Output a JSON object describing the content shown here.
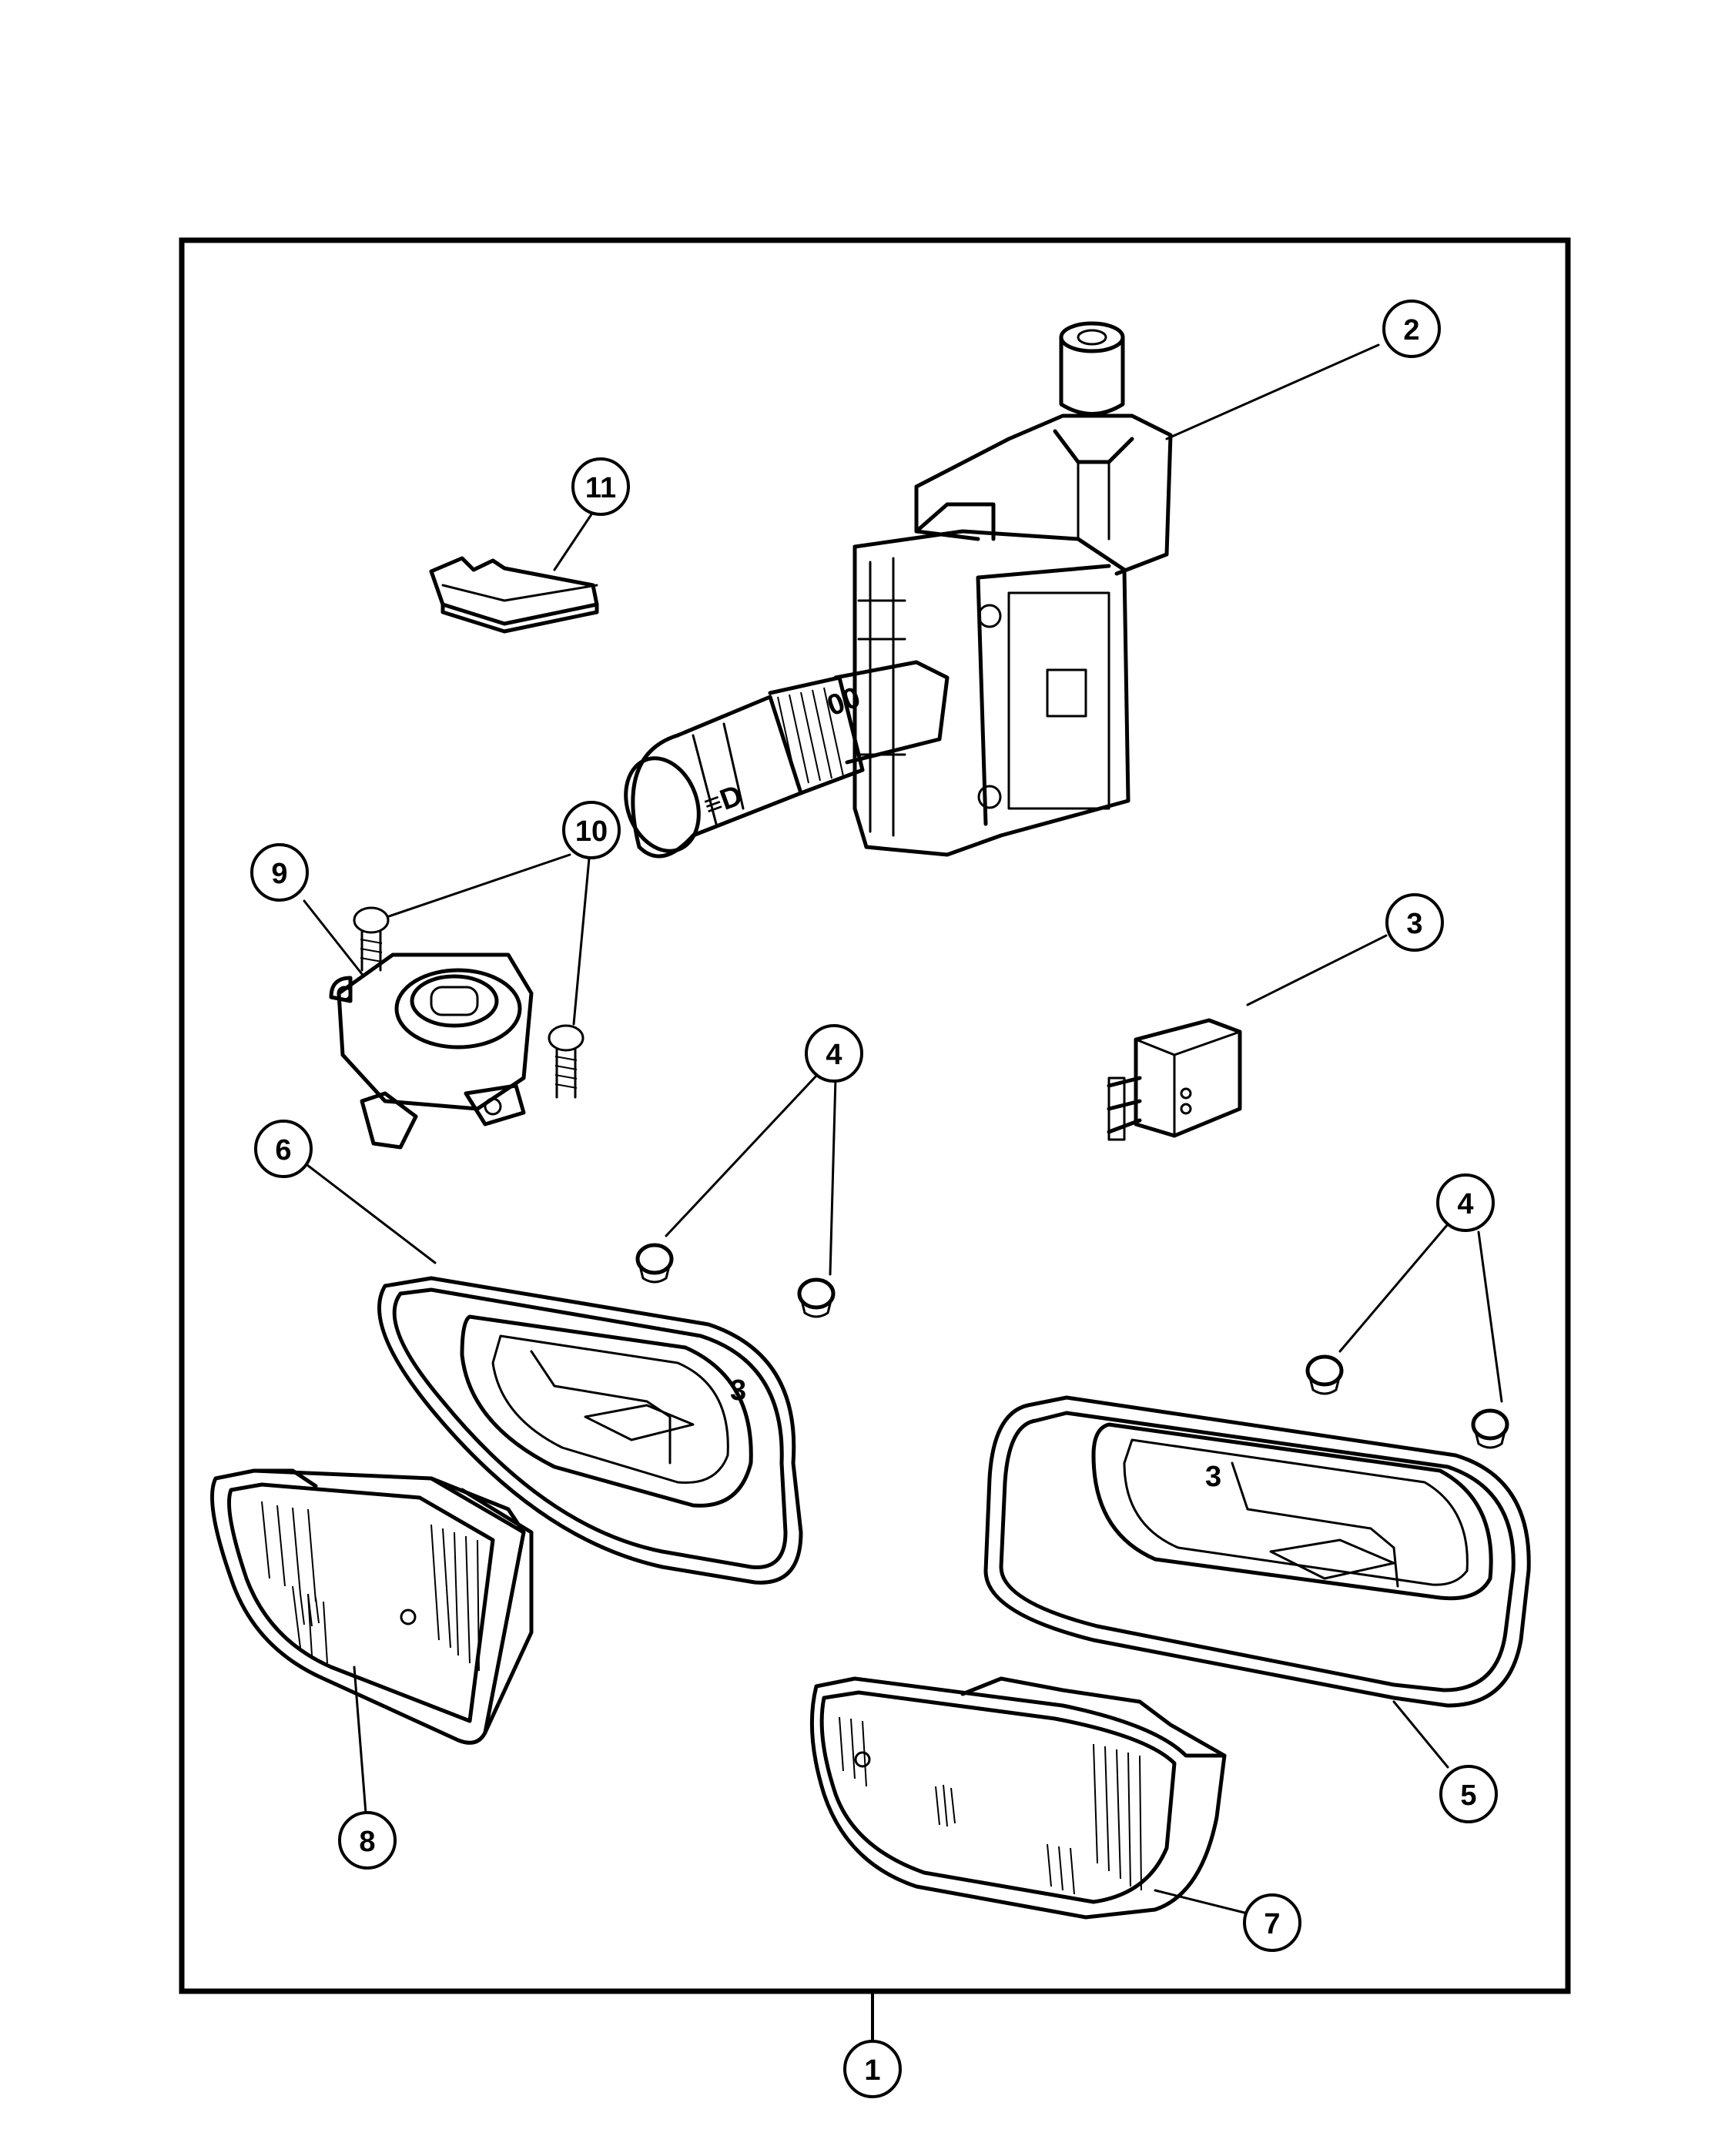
{
  "diagram": {
    "callouts": [
      "1",
      "2",
      "3",
      "4",
      "4",
      "5",
      "6",
      "7",
      "8",
      "9",
      "10",
      "11"
    ],
    "colors": {
      "ink": "#000000",
      "paper": "#ffffff"
    }
  }
}
